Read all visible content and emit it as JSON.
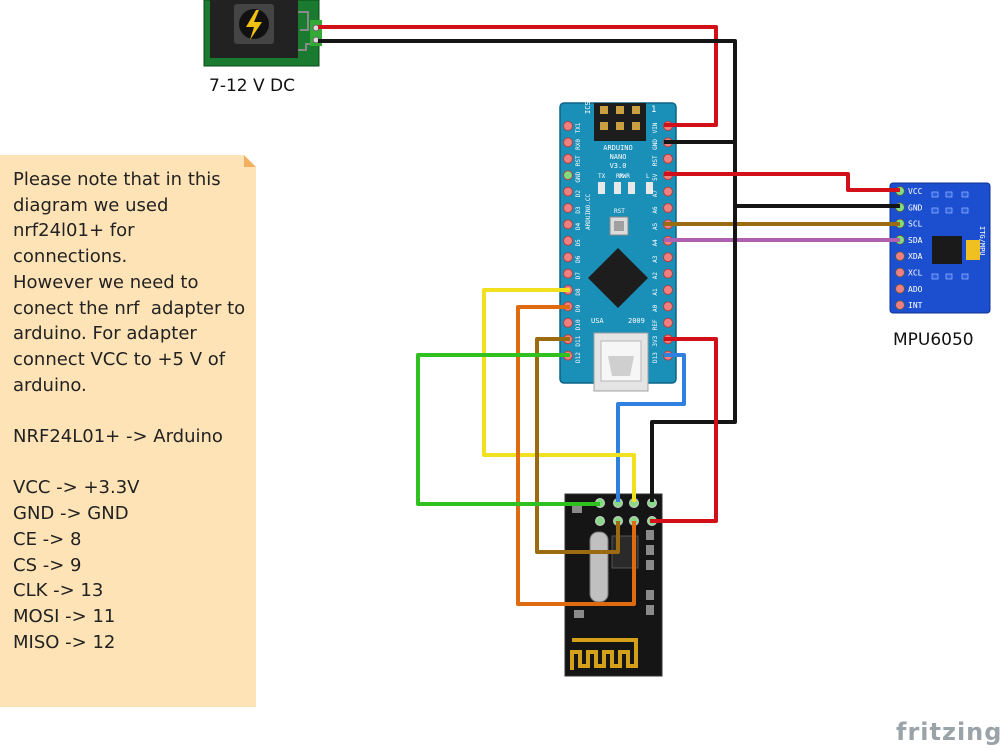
{
  "power": {
    "label": "7-12 V DC"
  },
  "mpu": {
    "label": "MPU6050",
    "pins": [
      "VCC",
      "GND",
      "SCL",
      "SDA",
      "XDA",
      "XCL",
      "ADO",
      "INT"
    ],
    "silk": "ITG/MPU"
  },
  "nano": {
    "title_lines": [
      "ARDUINO",
      "NANO",
      "V3.0"
    ],
    "left_pins": [
      "TX1",
      "RX0",
      "RST",
      "GND",
      "D2",
      "D3",
      "D4",
      "D5",
      "D6",
      "D7",
      "D8",
      "D9",
      "D10",
      "D11",
      "D12"
    ],
    "right_pins": [
      "VIN",
      "GND",
      "RST",
      "5V",
      "A7",
      "A6",
      "A5",
      "A4",
      "A3",
      "A2",
      "A1",
      "A0",
      "REF",
      "3V3",
      "D13"
    ],
    "leds": [
      "TX",
      "RX",
      "PWR",
      "L"
    ],
    "reset_label": "RST",
    "usa": "USA",
    "year": "2009",
    "icsp": "ICSP",
    "side_text": "ARDUINO.CC"
  },
  "note": {
    "text": "Please note that in this diagram we used nrf24l01+ for connections.\nHowever we need to conect the nrf  adapter to arduino. For adapter connect VCC to +5 V of arduino.\n\nNRF24L01+ -> Arduino\n\nVCC -> +3.3V\nGND -> GND\nCE -> 8\nCS -> 9\nCLK -> 13\nMOSI -> 11\nMISO -> 12"
  },
  "brand": "fritzing",
  "colors": {
    "red": "#d2101a",
    "black": "#151515",
    "brown": "#9b6b10",
    "purple": "#b060b0",
    "yellow": "#f0e020",
    "orange": "#e06a10",
    "green": "#30c020",
    "blue": "#3080e0",
    "nano_board": "#1a8fb8",
    "mpu_board": "#1c4fd0",
    "nrf_board": "#151515"
  }
}
